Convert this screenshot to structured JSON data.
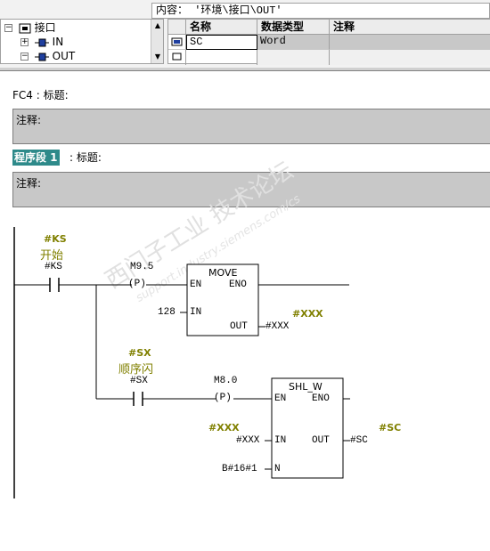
{
  "content_path": "内容：  '环境\\接口\\OUT'",
  "tree": {
    "root_label": "接口",
    "items": [
      {
        "label": "IN",
        "expander": "+"
      },
      {
        "label": "OUT",
        "expander": "-"
      }
    ]
  },
  "var_table": {
    "headers": [
      "名称",
      "数据类型",
      "注释"
    ],
    "rows": [
      {
        "name": "SC",
        "type": "Word",
        "comment": ""
      }
    ]
  },
  "block": {
    "title_line": "FC4 : 标题:",
    "comment_label": "注释:"
  },
  "network": {
    "segment_label": "程序段 1",
    "title_suffix": ": 标题:",
    "comment_label": "注释:"
  },
  "ladder": {
    "contact1": {
      "sym_name": "#KS",
      "sym_comment": "开始",
      "operand": "#KS"
    },
    "pcoil1": {
      "address": "M9.5",
      "symbol": "P"
    },
    "move": {
      "title": "MOVE",
      "en": "EN",
      "eno": "ENO",
      "in_pin": "IN",
      "out_pin": "OUT",
      "in_value": "128",
      "out_value": "#XXX",
      "out_sym": "#XXX"
    },
    "contact2": {
      "sym_name": "#SX",
      "sym_comment": "顺序闪",
      "operand": "#SX"
    },
    "pcoil2": {
      "address": "M8.0",
      "symbol": "P"
    },
    "shl": {
      "title": "SHL_W",
      "en": "EN",
      "eno": "ENO",
      "in_pin": "IN",
      "out_pin": "OUT",
      "n_pin": "N",
      "in_value": "#XXX",
      "in_sym": "#XXX",
      "out_value": "#SC",
      "out_sym": "#SC",
      "n_value": "B#16#1"
    }
  },
  "watermark": {
    "line1": "西门子工业  技术论坛",
    "line2": "support.industry.siemens.com/cs"
  }
}
